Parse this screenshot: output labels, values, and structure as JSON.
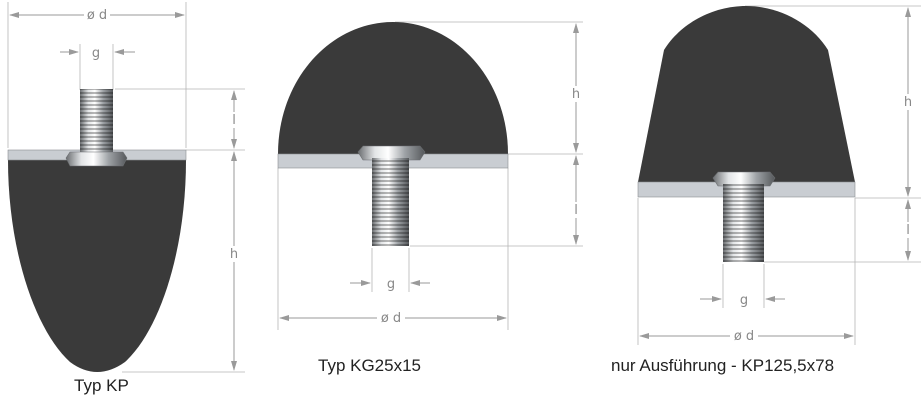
{
  "colors": {
    "rubber": "#3a3a3a",
    "plate": "#c9cdd2",
    "metal_light": "#e2e4e6",
    "metal_dark": "#6a6d70",
    "dimension_line": "#9a9a9a",
    "dimension_text": "#888888"
  },
  "diagrams": [
    {
      "caption": "Typ KP",
      "labels": {
        "diameter": "ø d",
        "thread": "g",
        "thread_length": "l",
        "height": "h"
      }
    },
    {
      "caption": "Typ KG25x15",
      "labels": {
        "height": "h",
        "thread_length": "l",
        "thread": "g",
        "diameter": "ø d"
      }
    },
    {
      "caption": "nur Ausführung - KP125,5x78",
      "labels": {
        "height": "h",
        "thread_length": "l",
        "thread": "g",
        "diameter": "ø d"
      }
    }
  ]
}
